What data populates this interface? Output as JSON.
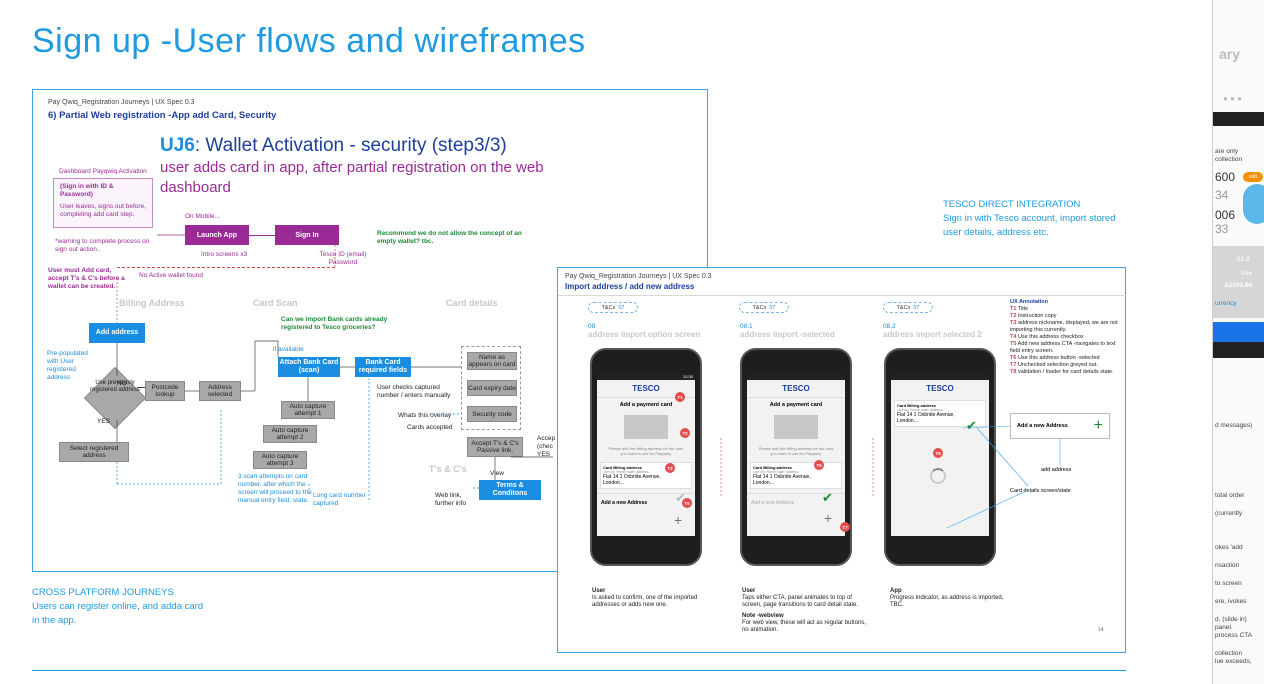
{
  "page": {
    "title": "Sign up -User flows and wireframes",
    "cross_platform": {
      "heading": "CROSS PLATFORM JOURNEYS",
      "text": [
        "Users can register online, and adda card",
        "in the app."
      ]
    },
    "tesco_direct": {
      "heading": "TESCO DIRECT INTEGRATION",
      "text": [
        "Sign in with Tesco account, import stored",
        "user details, address etc."
      ]
    }
  },
  "flow": {
    "breadcrumb": "Pay Qwiq_Registration Journeys |  UX Spec 0.3",
    "section": "6) Partial Web registration -App add Card, Security",
    "uj_code": "UJ6",
    "uj_title": ": Wallet Activation - security (step3/3)",
    "uj_sub1": "user adds card in app, after partial registration on the web",
    "uj_sub2": "dashboard",
    "dashboard": {
      "label": "Dashboard Payqwiq Activation",
      "bold": "(Sign in with ID & Password)",
      "text": "User leaves, signs out before, completing add card step."
    },
    "warning": "*warning to complete process on sign out action..",
    "on_mobile": "On Mobile...",
    "launch_app": "Launch App",
    "sign_in": "Sign In",
    "intro": "Intro screens x3",
    "tesco_id": "Tesco ID (email)\nPassword",
    "recommend": "Recommend we do not allow the concept of an empty wallet? tbc.",
    "must_add": "User must Add card, accept T's & C's before a wallet can be created.",
    "no_wallet": "No Active wallet found",
    "billing": "Billing Address",
    "card_scan": "Card Scan",
    "card_details": "Card details",
    "add_address": "Add address",
    "prepopulated": "Pre-populated with User registered address",
    "decision": "Use previously registered address",
    "no": "NO",
    "yes": "YES",
    "postcode": "Postcode lookup",
    "addr_selected": "Address selected",
    "select_registered": "Select registered address",
    "import_q": "Can we import Bank cards already registered to Tesco groceries?",
    "if_available": "if available",
    "attach_card": "Attach Bank Card (scan)",
    "bank_card_fields": "Bank Card required fields",
    "auto1": "Auto capture attempt 1",
    "auto2": "Auto capture attempt 2",
    "auto3": "Auto capture attempt 3",
    "scan_attempts": "3 scan attempts on card number, after which the screen will proceed to the manual entry field, state.",
    "long_card": "Long card number captured",
    "checks": "User checks captured number / enters manually",
    "overlay": "Whats this overlay",
    "cards_accepted": "Cards accepted",
    "name_card": "Name as appears on card",
    "expiry": "Card expiry date",
    "security": "Security code",
    "accept_tc": "Accept T's & C's Passive link.",
    "accept_right": "Accep (chec YES",
    "view": "View",
    "tcs_label": "T's & C's",
    "terms": "Terms & Conditons",
    "web_link": "Web link, further info"
  },
  "import": {
    "breadcrumb": "Pay Qwiq_Registration Journeys |  UX Spec 0.3",
    "title": "Import address / add new address",
    "chips": [
      {
        "label": "T&Cs",
        "num": "07"
      },
      {
        "label": "T&Cs",
        "num": "07"
      },
      {
        "label": "T&Cs",
        "num": "07"
      }
    ],
    "screens": [
      {
        "num": "08",
        "name": "address import option screen"
      },
      {
        "num": "08.1",
        "name": "address import -selected"
      },
      {
        "num": "08.2",
        "name": "address import selected 2"
      }
    ],
    "phone": {
      "brand": "TESCO",
      "add_card": "Add a payment card",
      "billing_hint": "Please add the billing address for the card you want to use for Payqwiq.",
      "card_billing": "Card Billing address",
      "use_home": "Use my 'Home main' address",
      "address": "Flat 14 1 Oxbride Avenue, London...",
      "add_new": "Add a new Address",
      "time": "12:30"
    },
    "annotation": {
      "heading": "UX Annotation",
      "items": [
        {
          "t": "T1",
          "text": "Title"
        },
        {
          "t": "T2",
          "text": "Instruction copy"
        },
        {
          "t": "T3",
          "text": "address nickname, displayed, we are not importing this currently."
        },
        {
          "t": "T4",
          "text": "Use this address checkbox"
        },
        {
          "t": "T5",
          "text": "Add new address CTA -navigates to text field entry screen."
        },
        {
          "t": "T6",
          "text": "Use this address button -selected"
        },
        {
          "t": "T7",
          "text": "Unchecked selection greyed out."
        },
        {
          "t": "T8",
          "text": "validation / loader for card details state."
        }
      ]
    },
    "add_new_box": "Add a new Address",
    "add_address_lbl": "add address",
    "card_details_lbl": "Card details screen/state",
    "notes": [
      {
        "hdr": "User",
        "text": "Is asked to confirm, one of the imported addresses or adds new one."
      },
      {
        "hdr": "User",
        "text": "Taps either CTA, panel animates to top of screen, page transitions to card detail state.",
        "hdr2": "Note -webview",
        "text2": "For web view, these will act as regular buttons, no animation."
      },
      {
        "hdr": "App",
        "text": "Progress indicator, as address is imported, TBC."
      }
    ],
    "page_num": "14"
  },
  "right_strip": {
    "items": [
      "ary",
      "are  only",
      "collection",
      "600",
      "edit",
      "34",
      "006",
      "33",
      "£1.9",
      "free",
      "£2103.66",
      "urrency",
      "d messages)",
      "total order",
      "(currently",
      "okes 'add",
      "nsaction",
      "to screen",
      "ere, ivokes",
      "d, (slide in)",
      "panel.",
      "process CTA",
      "collection",
      "lue exceeds,"
    ]
  },
  "colors": {
    "accent": "#1e9be0",
    "purple": "#9a2b96",
    "blue_box": "#1a8de0",
    "green": "#1c8a36"
  }
}
